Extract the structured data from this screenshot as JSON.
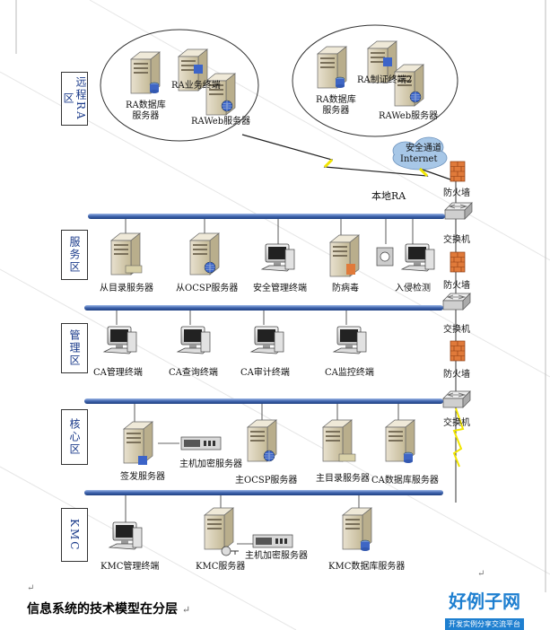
{
  "zones": {
    "remote": "远程RA区",
    "service": "服务区",
    "management": "管理区",
    "core": "核心区",
    "kmc": "KMC"
  },
  "remote_left": {
    "db_server": "RA数据库\n服务器",
    "biz_terminal": "RA业务终端",
    "web_server": "RAWeb服务器"
  },
  "remote_right": {
    "db_server": "RA数据库\n服务器",
    "cert_terminal": "RA制证终端2",
    "web_server": "RAWeb服务器"
  },
  "network": {
    "secure_channel": "安全通道",
    "internet": "Internet",
    "local_ra": "本地RA",
    "firewall": "防火墙",
    "switch": "交换机"
  },
  "service_zone": {
    "dir_slave": "从目录服务器",
    "ocsp_slave": "从OCSP服务器",
    "sec_mgmt": "安全管理终端",
    "antivirus": "防病毒",
    "ids": "入侵检测"
  },
  "management_zone": {
    "ca_mgmt": "CA管理终端",
    "ca_query": "CA查询终端",
    "ca_audit": "CA审计终端",
    "ca_monitor": "CA监控终端"
  },
  "core_zone": {
    "sign_server": "签发服务器",
    "host_crypto": "主机加密服务器",
    "ocsp_master": "主OCSP服务器",
    "dir_master": "主目录服务器",
    "ca_db": "CA数据库服务器"
  },
  "kmc_zone": {
    "kmc_mgmt": "KMC管理终端",
    "kmc_server": "KMC服务器",
    "host_crypto": "主机加密服务器",
    "kmc_db": "KMC数据库服务器"
  },
  "caption": "信息系统的技术模型在分层",
  "brand": {
    "name": "好例子网",
    "slogan": "开发实例分享交流平台"
  },
  "return_mark": "↵",
  "colors": {
    "bus": "#4a6fb5",
    "zone_text": "#1a3a8a",
    "firewall": "#d9692c",
    "lightning": "#f2e600",
    "cloud": "#a7c7e7",
    "brand": "#1e7fd0"
  }
}
